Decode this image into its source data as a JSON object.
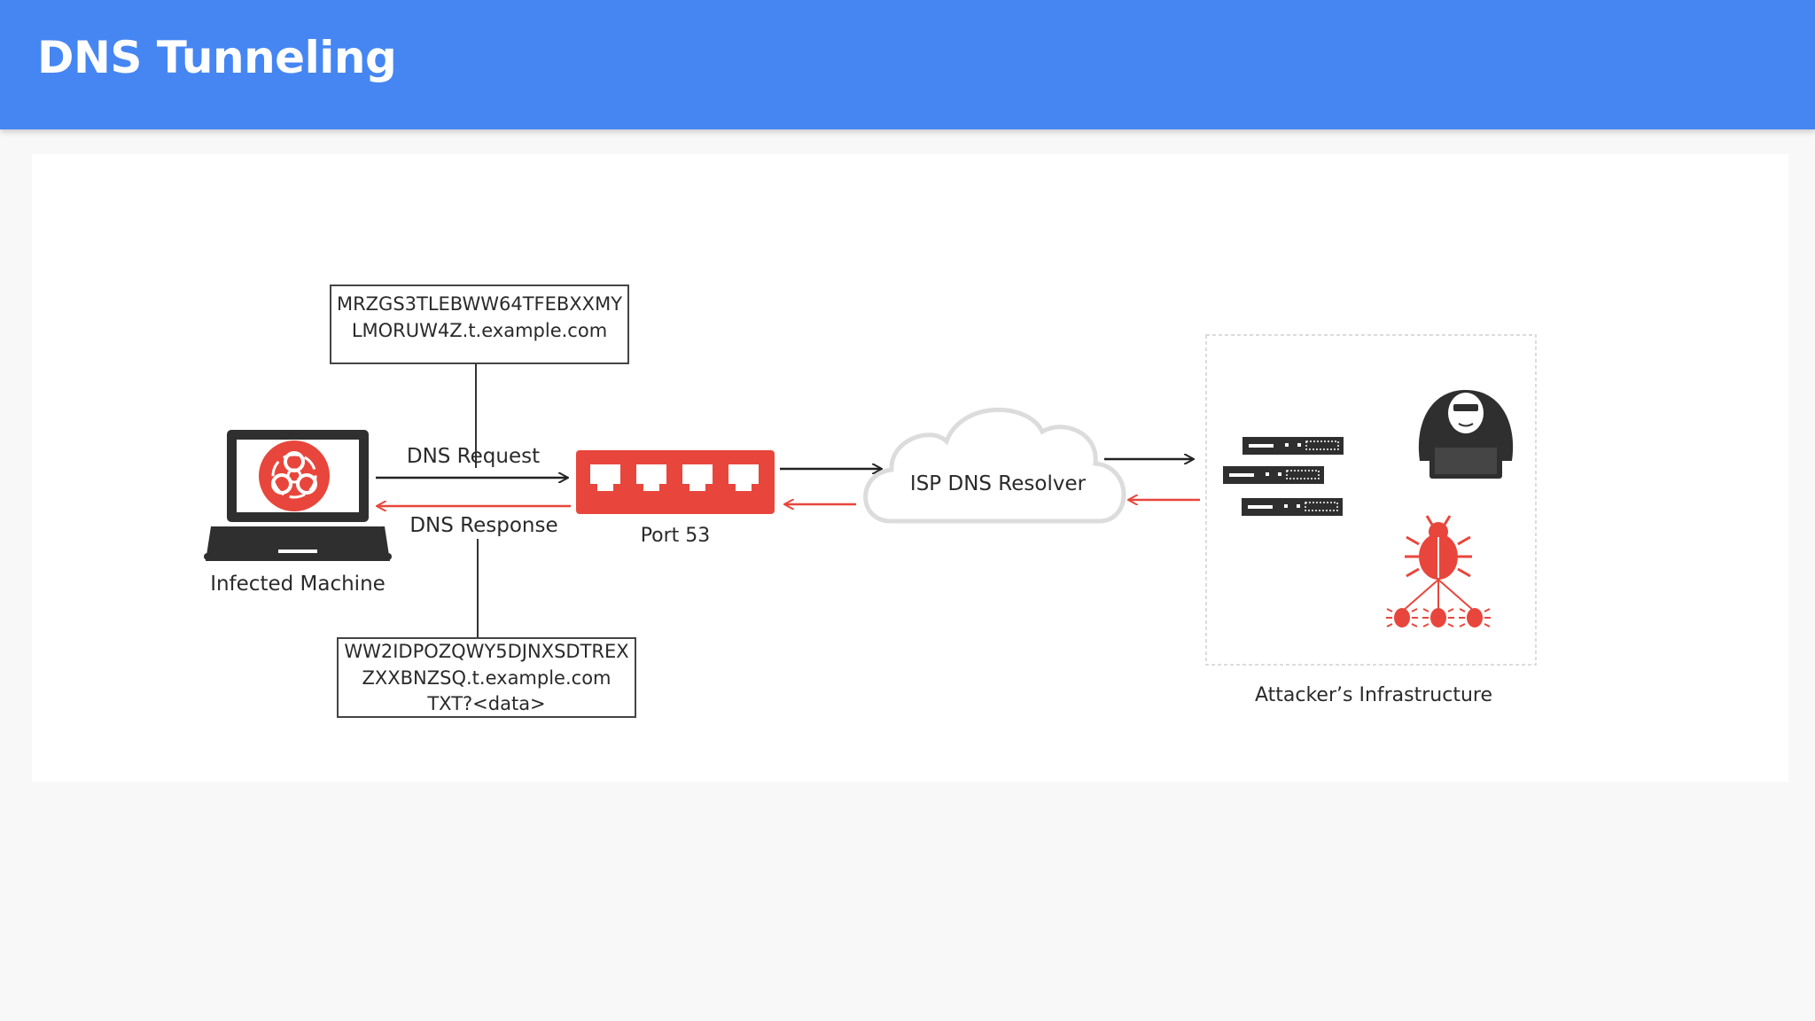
{
  "header": {
    "title": "DNS Tunneling"
  },
  "diagram": {
    "infected_machine_label": "Infected Machine",
    "request_box": {
      "line1": "MRZGS3TLEBWW64TFEBXXMY",
      "line2": "LMORUW4Z.t.example.com"
    },
    "response_box": {
      "line1": "WW2IDPOZQWY5DJNXSDTREX",
      "line2": "ZXXBNZSQ.t.example.com",
      "line3": "TXT?<data>"
    },
    "dns_request_label": "DNS Request",
    "dns_response_label": "DNS Response",
    "port_label": "Port 53",
    "resolver_label": "ISP DNS Resolver",
    "attacker_label": "Attacker’s Infrastructure",
    "icons": [
      "laptop-icon",
      "biohazard-icon",
      "network-switch-icon",
      "cloud-icon",
      "server-rack-icon",
      "hacker-icon",
      "bug-icon"
    ],
    "colors": {
      "accent_red": "#e8463c",
      "arrow_red": "#e8463c",
      "header_blue": "#4586f2"
    }
  }
}
